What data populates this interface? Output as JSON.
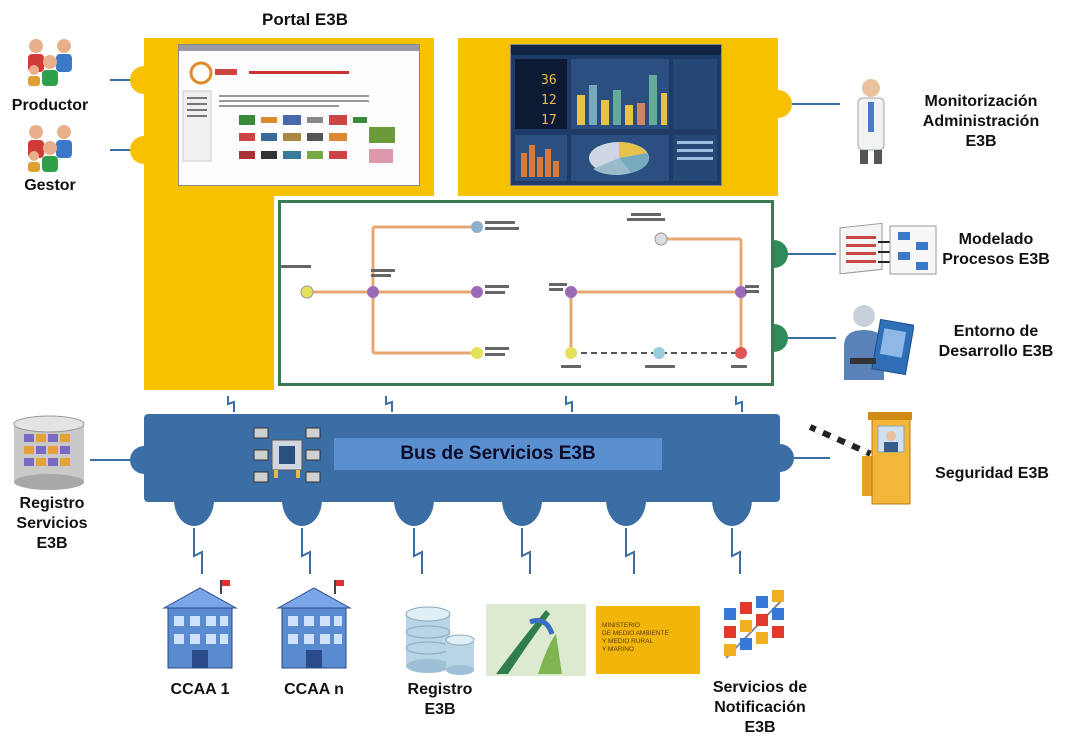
{
  "colors": {
    "portal_yellow": "#f6c200",
    "bus_blue": "#3a6ea5",
    "bus_label_bg": "#5a8fd0",
    "process_border": "#3a7a55",
    "connector_green": "#2e8b57",
    "connector_blue": "#3a6ea5"
  },
  "portal": {
    "title": "Portal E3B"
  },
  "left_actors": [
    {
      "label": "Productor",
      "icon": "people-group-icon"
    },
    {
      "label": "Gestor",
      "icon": "people-group-icon"
    }
  ],
  "right_components": [
    {
      "label": "Monitorización\nAdministración\nE3B",
      "icon": "admin-person-icon"
    },
    {
      "label": "Modelado\nProcesos E3B",
      "icon": "process-model-icon"
    },
    {
      "label": "Entorno de\nDesarrollo E3B",
      "icon": "developer-icon"
    },
    {
      "label": "Seguridad E3B",
      "icon": "security-booth-icon"
    }
  ],
  "bus": {
    "label": "Bus de Servicios E3B",
    "icon": "service-bus-icon"
  },
  "registry": {
    "label": "Registro\nServicios\nE3B",
    "icon": "database-cylinder-icon"
  },
  "dashboard_numbers": [
    "36",
    "12",
    "17"
  ],
  "bottom_services": [
    {
      "label": "CCAA 1",
      "icon": "building-icon"
    },
    {
      "label": "CCAA n",
      "icon": "building-icon"
    },
    {
      "label": "Registro\nE3B",
      "icon": "database-stack-icon"
    },
    {
      "label": "",
      "icon": "ministry-logo-icon"
    },
    {
      "label": "",
      "icon": "ministry-sign-icon",
      "sign_text": "MINISTERIO\nDE MEDIO AMBIENTE\nY MEDIO RURAL\nY MARINO"
    },
    {
      "label": "Servicios de\nNotificación\nE3B",
      "icon": "notification-cubes-icon"
    }
  ]
}
